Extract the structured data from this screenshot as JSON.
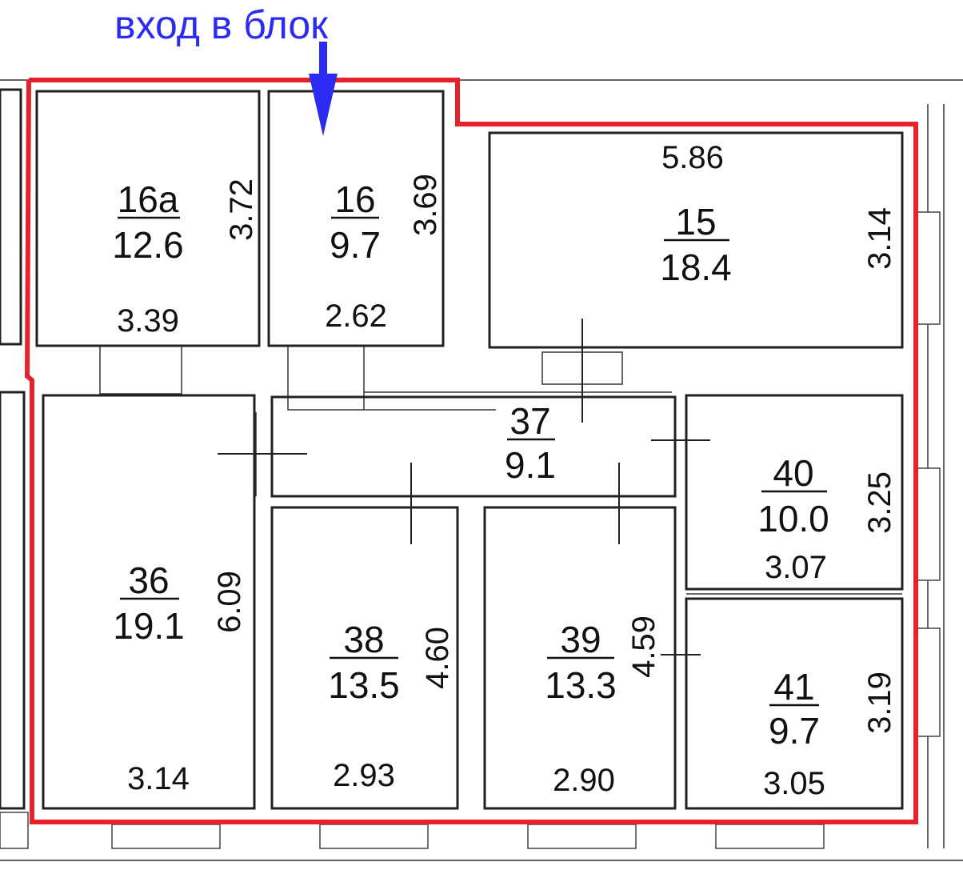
{
  "colors": {
    "boundary": "#e8222a",
    "entry": "#2b2bf2",
    "wall": "#222222"
  },
  "entry": {
    "label": "вход в блок",
    "arrow_icon": "down-arrow-icon"
  },
  "rooms": [
    {
      "id": "r16a",
      "number": "16а",
      "area": "12.6",
      "width": "3.39",
      "length": "3.72"
    },
    {
      "id": "r16",
      "number": "16",
      "area": "9.7",
      "width": "2.62",
      "length": "3.69"
    },
    {
      "id": "r15",
      "number": "15",
      "area": "18.4",
      "width": "5.86",
      "length": "3.14"
    },
    {
      "id": "r37",
      "number": "37",
      "area": "9.1"
    },
    {
      "id": "r40",
      "number": "40",
      "area": "10.0",
      "width": "3.07",
      "length": "3.25"
    },
    {
      "id": "r36",
      "number": "36",
      "area": "19.1",
      "width": "3.14",
      "length": "6.09"
    },
    {
      "id": "r38",
      "number": "38",
      "area": "13.5",
      "width": "2.93",
      "length": "4.60"
    },
    {
      "id": "r39",
      "number": "39",
      "area": "13.3",
      "width": "2.90",
      "length": "4.59"
    },
    {
      "id": "r41",
      "number": "41",
      "area": "9.7",
      "width": "3.05",
      "length": "3.19"
    }
  ]
}
